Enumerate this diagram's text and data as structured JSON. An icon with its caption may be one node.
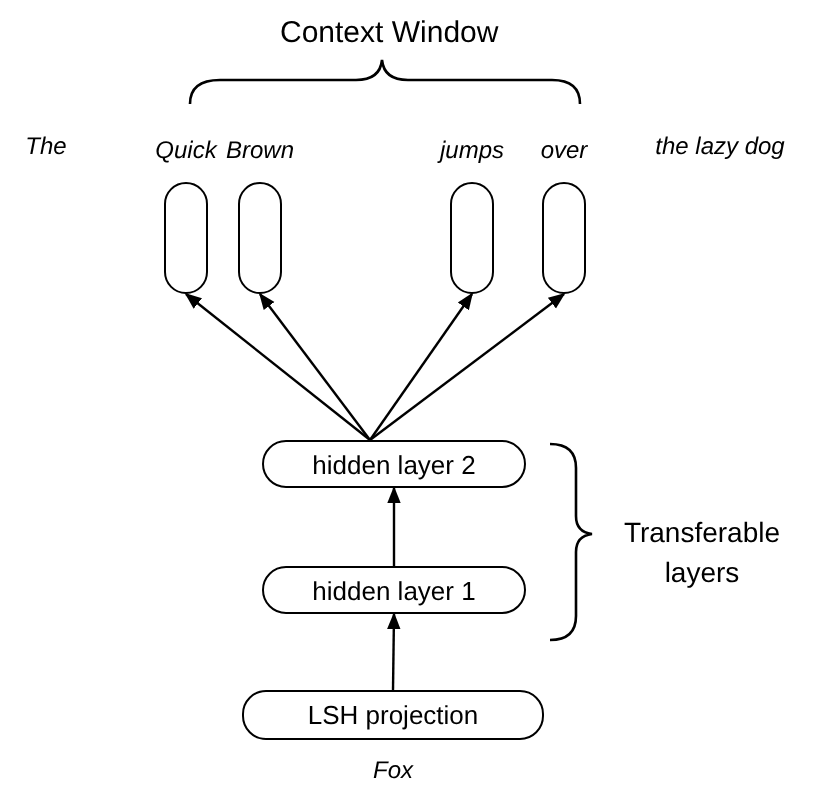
{
  "diagram": {
    "title": "Context Window",
    "nodes": [
      {
        "text": [
          "Quick"
        ]
      },
      {
        "text": [
          "Brown"
        ]
      },
      {
        "text": [
          "jumps"
        ]
      },
      {
        "text": [
          "over"
        ]
      },
      {
        "text": [
          "hidden layer 2"
        ]
      },
      {
        "text": [
          "hidden layer 1"
        ]
      },
      {
        "text": [
          "LSH projection"
        ],
        "beside": [
          "Fox"
        ]
      }
    ],
    "edges": [
      {
        "from": 4,
        "to": 0,
        "arrow": "to"
      },
      {
        "from": 4,
        "to": 1,
        "arrow": "to"
      },
      {
        "from": 4,
        "to": 2,
        "arrow": "to"
      },
      {
        "from": 4,
        "to": 3,
        "arrow": "to"
      },
      {
        "from": 5,
        "to": 4,
        "arrow": "to"
      },
      {
        "from": 6,
        "to": 5,
        "arrow": "to"
      }
    ],
    "labels": [
      "The",
      "the lazy dog",
      "Transferable layers"
    ]
  }
}
